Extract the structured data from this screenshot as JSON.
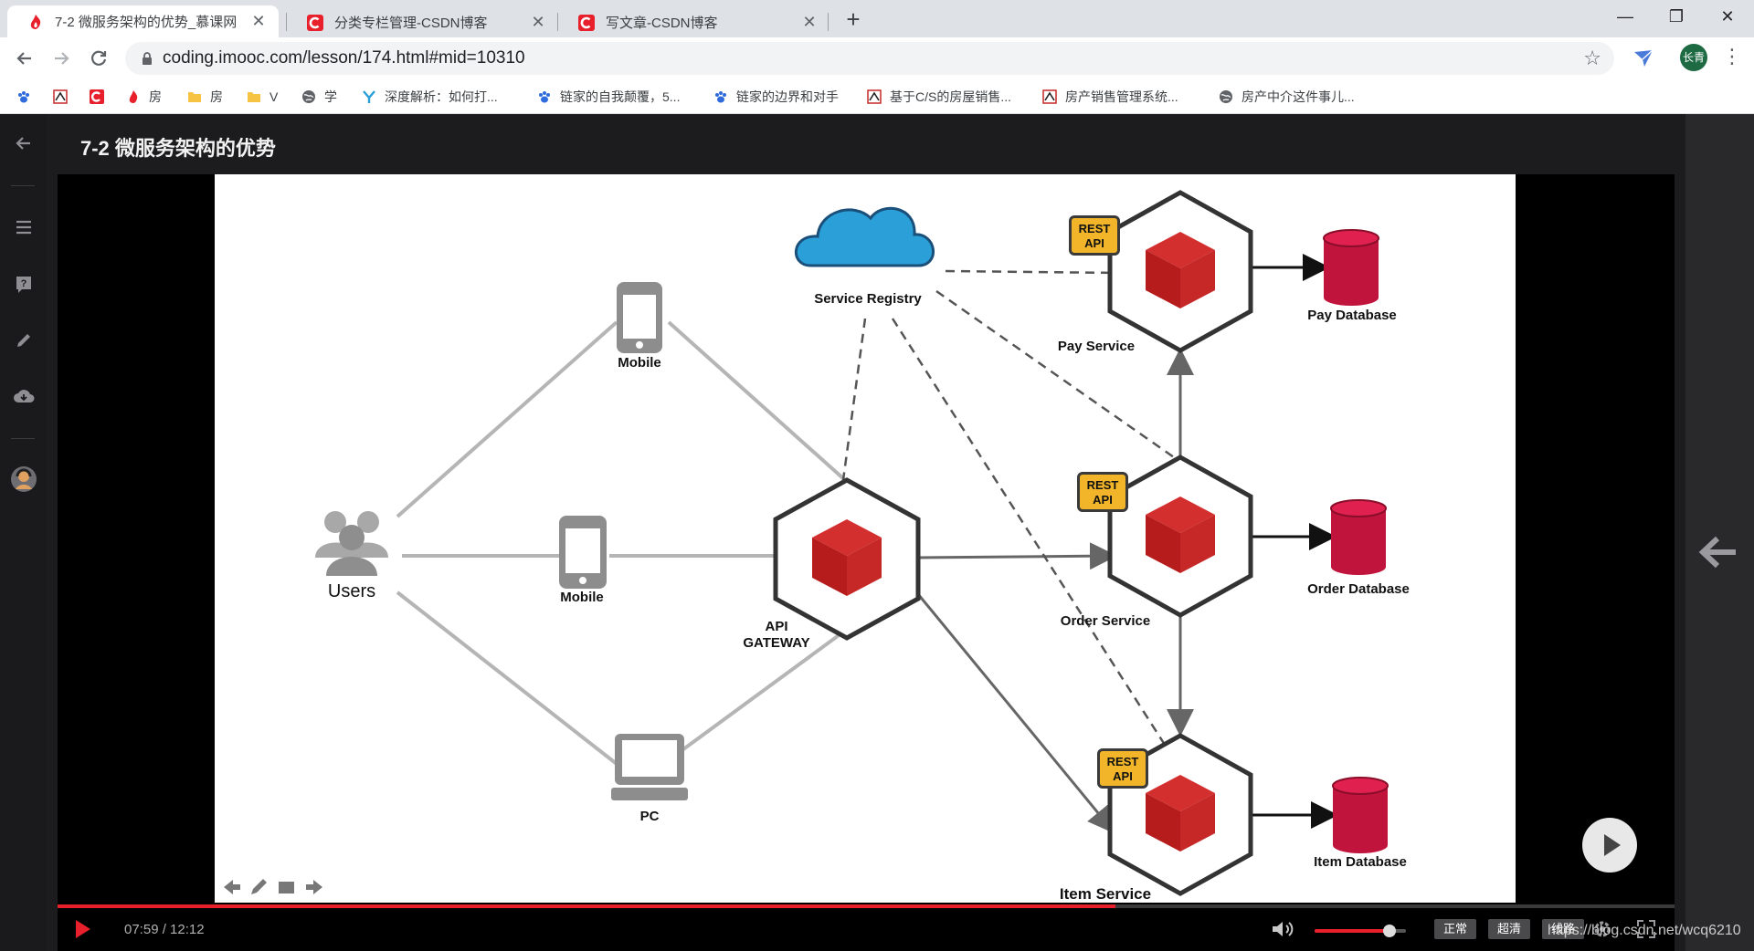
{
  "browser": {
    "tabs": [
      {
        "title": "7-2 微服务架构的优势_慕课网",
        "active": true,
        "icon": "imooc-flame-icon"
      },
      {
        "title": "分类专栏管理-CSDN博客",
        "active": false,
        "icon": "csdn-icon"
      },
      {
        "title": "写文章-CSDN博客",
        "active": false,
        "icon": "csdn-icon"
      }
    ],
    "new_tab": "+",
    "window_controls": {
      "minimize": "—",
      "restore": "❐",
      "close": "✕"
    },
    "url": "coding.imooc.com/lesson/174.html#mid=10310",
    "profile_label": "长青",
    "bookmarks": [
      {
        "label": "",
        "icon": "paw-icon"
      },
      {
        "label": "",
        "icon": "house-sale-icon"
      },
      {
        "label": "",
        "icon": "csdn-icon"
      },
      {
        "label": "房",
        "icon": "flame-icon"
      },
      {
        "label": "房",
        "icon": "folder-icon"
      },
      {
        "label": "V",
        "icon": "folder-icon"
      },
      {
        "label": "学",
        "icon": "globe-icon"
      },
      {
        "label": "深度解析：如何打...",
        "icon": "y-icon"
      },
      {
        "label": "链家的自我颠覆，5...",
        "icon": "paw-icon"
      },
      {
        "label": "链家的边界和对手",
        "icon": "paw-icon"
      },
      {
        "label": "基于C/S的房屋销售...",
        "icon": "house-sale-icon"
      },
      {
        "label": "房产销售管理系统...",
        "icon": "house-sale-icon"
      },
      {
        "label": "房产中介这件事儿...",
        "icon": "globe-icon"
      }
    ]
  },
  "lesson": {
    "title": "7-2 微服务架构的优势"
  },
  "diagram": {
    "users": "Users",
    "mobile_top": "Mobile",
    "mobile_mid": "Mobile",
    "pc": "PC",
    "gateway_line1": "API",
    "gateway_line2": "GATEWAY",
    "registry": "Service Registry",
    "pay_service": "Pay Service",
    "order_service": "Order Service",
    "item_service": "Item Service",
    "pay_db": "Pay Database",
    "order_db": "Order Database",
    "item_db": "Item Database",
    "rest_line1": "REST",
    "rest_line2": "API"
  },
  "player": {
    "time": "07:59 / 12:12",
    "progress_fraction": 0.654,
    "volume_fraction": 0.82,
    "quality_buttons": [
      "正常",
      "超清",
      "线路"
    ]
  },
  "watermark": "https://blog.csdn.net/wcq6210",
  "colors": {
    "accent": "#e8202b",
    "cube": "#b71c24",
    "database": "#c0143c",
    "rest_badge": "#f2b52a",
    "cloud": "#2a9fd8"
  }
}
